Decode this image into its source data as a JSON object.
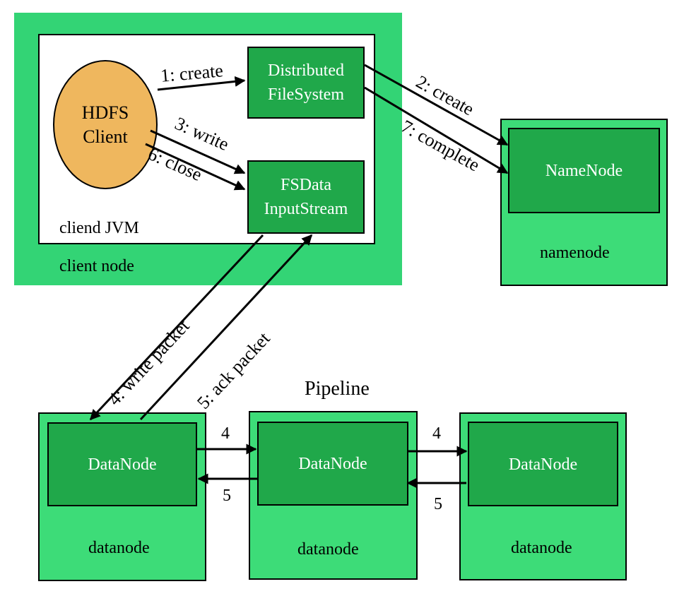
{
  "client_node": {
    "label": "client node",
    "jvm_label": "cliend JVM",
    "hdfs_client": {
      "line1": "HDFS",
      "line2": "Client"
    },
    "distributed_fs": {
      "line1": "Distributed",
      "line2": "FileSystem"
    },
    "fsdata": {
      "line1": "FSData",
      "line2": "InputStream"
    }
  },
  "namenode": {
    "inner_label": "NameNode",
    "outer_label": "namenode"
  },
  "pipeline": {
    "title": "Pipeline"
  },
  "datanodes": [
    {
      "inner_label": "DataNode",
      "outer_label": "datanode"
    },
    {
      "inner_label": "DataNode",
      "outer_label": "datanode"
    },
    {
      "inner_label": "DataNode",
      "outer_label": "datanode"
    }
  ],
  "steps": {
    "create1": "1: create",
    "create2": "2: create",
    "write3": "3: write",
    "write_packet4": "4: write packet",
    "ack_packet5": "5: ack packet",
    "close6": "6: close",
    "complete7": "7: complete"
  },
  "pipeline_numbers": {
    "forward1": "4",
    "back1": "5",
    "forward2": "4",
    "back2": "5"
  },
  "colors": {
    "client_node_bg": "#33d475",
    "node_outer_bg": "#3ddc78",
    "node_inner_bg": "#20a84a",
    "hdfs_client_bg": "#efb75e"
  }
}
